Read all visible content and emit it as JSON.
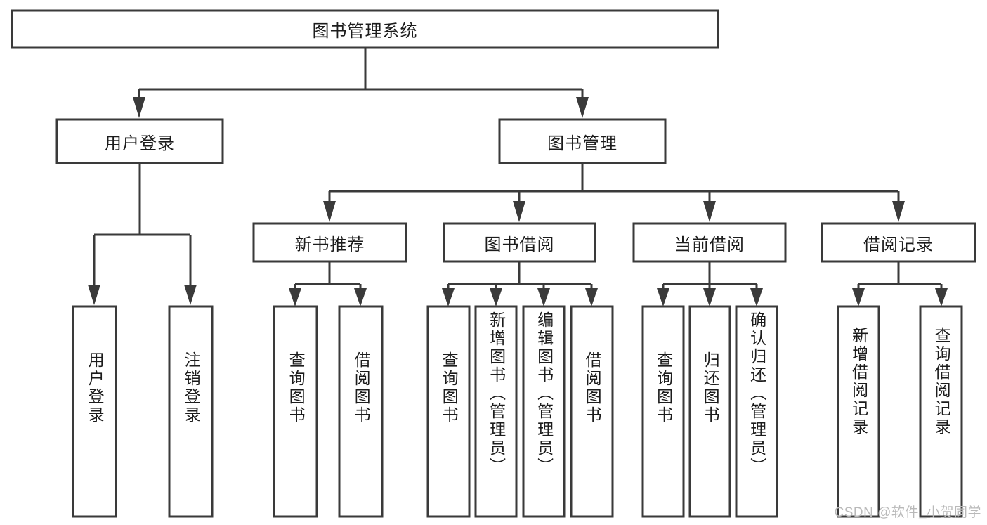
{
  "diagram": {
    "type": "tree",
    "title": "图书管理系统",
    "orientation": "top-down",
    "colors": {
      "box_stroke": "#3a3a3a",
      "box_fill": "#ffffff",
      "connector": "#3a3a3a",
      "text": "#1c1c1c",
      "background": "#ffffff",
      "watermark": "#b9b9b9"
    },
    "root": {
      "label": "图书管理系统"
    },
    "level2": [
      {
        "label": "用户登录"
      },
      {
        "label": "图书管理"
      }
    ],
    "level3": [
      {
        "label": "新书推荐"
      },
      {
        "label": "图书借阅"
      },
      {
        "label": "当前借阅"
      },
      {
        "label": "借阅记录"
      }
    ],
    "leaves": {
      "user_login": [
        {
          "label": "用户登录"
        },
        {
          "label": "注销登录"
        }
      ],
      "new_book_recommend": [
        {
          "label": "查询图书"
        },
        {
          "label": "借阅图书"
        }
      ],
      "book_borrow": [
        {
          "label": "查询图书"
        },
        {
          "label": "新增图书（管理员）"
        },
        {
          "label": "编辑图书（管理员）"
        },
        {
          "label": "借阅图书"
        }
      ],
      "current_borrow": [
        {
          "label": "查询图书"
        },
        {
          "label": "归还图书"
        },
        {
          "label": "确认归还（管理员）"
        }
      ],
      "borrow_record": [
        {
          "label": "新增借阅记录"
        },
        {
          "label": "查询借阅记录"
        }
      ]
    },
    "watermark": "CSDN @软件_小贺同学"
  }
}
